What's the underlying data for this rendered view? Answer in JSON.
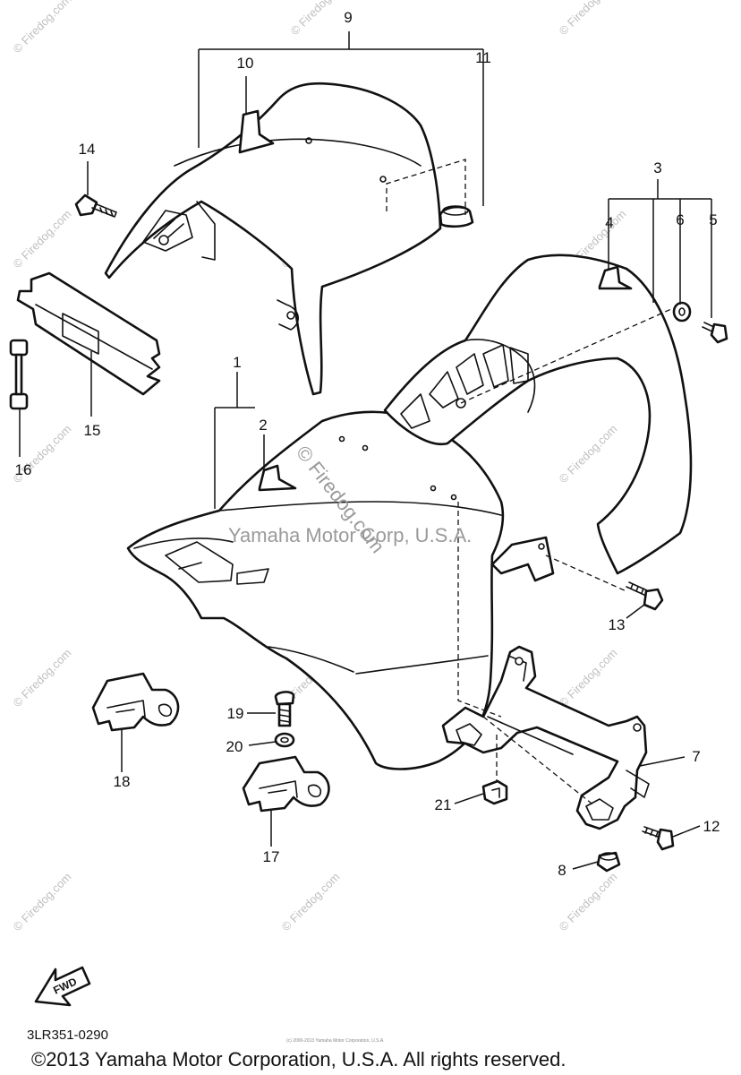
{
  "diagram": {
    "callouts": [
      "1",
      "2",
      "3",
      "4",
      "5",
      "6",
      "7",
      "8",
      "9",
      "10",
      "11",
      "12",
      "13",
      "14",
      "15",
      "16",
      "17",
      "18",
      "19",
      "20",
      "21"
    ],
    "watermark": {
      "text": "© Firedog.com",
      "center_text": "© Firedog.com",
      "center_subtext": "Yamaha Motor Corp, U.S.A."
    },
    "direction_label": "FWD",
    "diagram_code": "3LR351-0290",
    "fine_print": "(c) 2000-2013 Yamaha Motor Corporation, U.S.A.",
    "copyright": "©2013 Yamaha Motor Corporation, U.S.A. All rights reserved."
  }
}
